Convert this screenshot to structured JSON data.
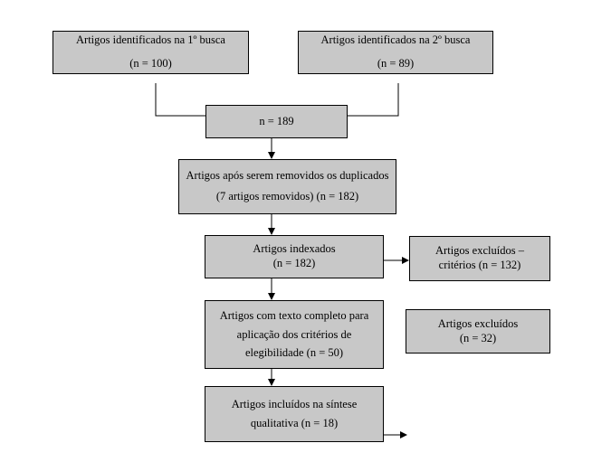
{
  "flowchart": {
    "search1": {
      "title": "Artigos identificados na 1º busca",
      "count": "(n = 100)"
    },
    "search2": {
      "title": "Artigos identificados na 2º busca",
      "count": "(n = 89)"
    },
    "total": {
      "count": "n = 189"
    },
    "dedup": {
      "title": "Artigos após serem removidos os duplicados",
      "count": "(7 artigos removidos) (n = 182)"
    },
    "indexed": {
      "title": "Artigos indexados",
      "count": "(n = 182)"
    },
    "excluded_criteria": {
      "line1": "Artigos excluídos –",
      "line2": "critérios (n = 132)"
    },
    "fulltext": {
      "line1": "Artigos com texto completo para",
      "line2": "aplicação dos critérios de",
      "line3": "elegibilidade (n = 50)"
    },
    "excluded": {
      "title": "Artigos excluídos",
      "count": "(n = 32)"
    },
    "included": {
      "line1": "Artigos incluídos na síntese",
      "line2": "qualitativa (n = 18)"
    }
  }
}
